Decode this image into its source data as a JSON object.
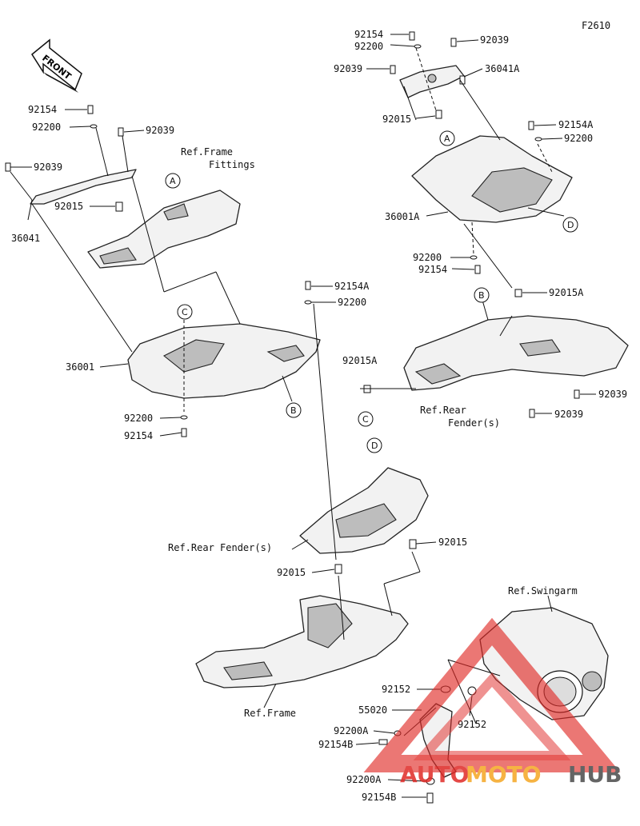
{
  "figure_code": "F2610",
  "front_label": "FRONT",
  "labels": {
    "l_92154_top": "92154",
    "l_92200_top": "92200",
    "l_92039_tr1": "92039",
    "l_92039_tr2": "92039",
    "l_36041A": "36041A",
    "l_92015_tr": "92015",
    "l_92154A_tr": "92154A",
    "l_92200_tr": "92200",
    "l_36001A": "36001A",
    "l_92200_tr2": "92200",
    "l_92154_tr2": "92154",
    "l_92015A_r": "92015A",
    "l_92039_r1": "92039",
    "l_92039_r2": "92039",
    "l_92015A_c": "92015A",
    "l_92154_l": "92154",
    "l_92200_l": "92200",
    "l_92039_l1": "92039",
    "l_92039_l2": "92039",
    "l_92015_l": "92015",
    "l_36041": "36041",
    "l_92154A_m": "92154A",
    "l_92200_m": "92200",
    "l_36001": "36001",
    "l_92200_l2": "92200",
    "l_92154_l2": "92154",
    "l_92015_m1": "92015",
    "l_92015_m2": "92015",
    "l_92152_a": "92152",
    "l_92152_b": "92152",
    "l_55020": "55020",
    "l_92200A_a": "92200A",
    "l_92154B_a": "92154B",
    "l_92200A_b": "92200A",
    "l_92154B_b": "92154B"
  },
  "refs": {
    "ref_frame_fittings_1": "Ref.Frame",
    "ref_frame_fittings_2": "Fittings",
    "ref_rear_fender_r1": "Ref.Rear",
    "ref_rear_fender_r2": "Fender(s)",
    "ref_rear_fender_m": "Ref.Rear Fender(s)",
    "ref_swingarm": "Ref.Swingarm",
    "ref_frame": "Ref.Frame"
  },
  "callouts": {
    "A1": "A",
    "A2": "A",
    "B1": "B",
    "B2": "B",
    "C1": "C",
    "C2": "C",
    "D1": "D",
    "D2": "D"
  },
  "watermark": {
    "part1": "AUTO",
    "part2": "MOTO",
    "part3": "HUB",
    "color_red": "#e02a26",
    "color_orange": "#f5a623",
    "color_dark": "#4a4a4a"
  }
}
